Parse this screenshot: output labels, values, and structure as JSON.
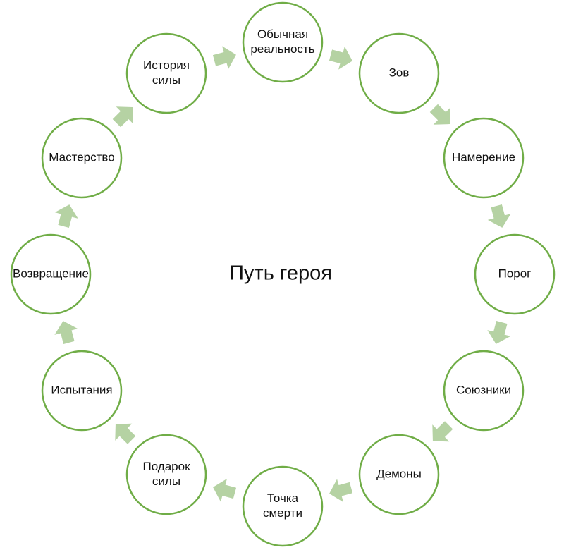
{
  "title": "Путь героя",
  "nodes": [
    {
      "id": "ordinary-reality",
      "lines": [
        "Обычная",
        "реальность"
      ]
    },
    {
      "id": "call",
      "lines": [
        "Зов"
      ]
    },
    {
      "id": "intention",
      "lines": [
        "Намерение"
      ]
    },
    {
      "id": "threshold",
      "lines": [
        "Порог"
      ]
    },
    {
      "id": "allies",
      "lines": [
        "Союзники"
      ]
    },
    {
      "id": "demons",
      "lines": [
        "Демоны"
      ]
    },
    {
      "id": "point-of-death",
      "lines": [
        "Точка",
        "смерти"
      ]
    },
    {
      "id": "gift-of-power",
      "lines": [
        "Подарок",
        "силы"
      ]
    },
    {
      "id": "trials",
      "lines": [
        "Испытания"
      ]
    },
    {
      "id": "return",
      "lines": [
        "Возвращение"
      ]
    },
    {
      "id": "mastery",
      "lines": [
        "Мастерство"
      ]
    },
    {
      "id": "story-of-power",
      "lines": [
        "История",
        "силы"
      ]
    }
  ],
  "colors": {
    "node_stroke": "#70ad47",
    "arrow_fill": "#b5d2a3",
    "text": "#111111",
    "background": "#ffffff"
  },
  "flow_direction": "clockwise"
}
